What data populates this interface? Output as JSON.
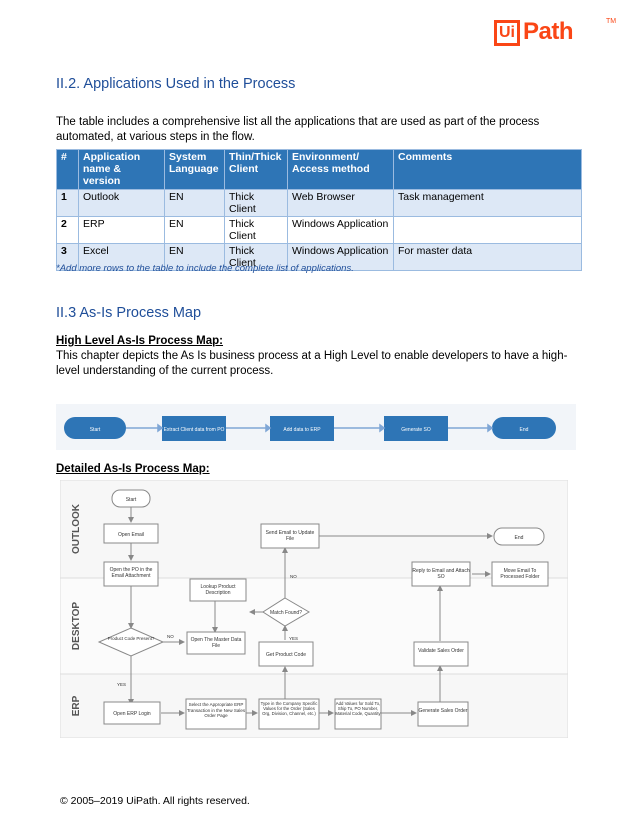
{
  "logo": {
    "box": "Ui",
    "text": "Path",
    "tm": "TM"
  },
  "section1": {
    "heading": "II.2. Applications Used in the Process",
    "intro": "The table includes a comprehensive list all the applications that are used as part of the process automated, at various steps in the flow."
  },
  "table": {
    "headers": [
      "#",
      "Application name & version",
      "System Language",
      "Thin/Thick Client",
      "Environment/ Access method",
      "Comments"
    ],
    "rows": [
      [
        "1",
        "Outlook",
        "EN",
        "Thick Client",
        "Web Browser",
        "Task management"
      ],
      [
        "2",
        "ERP",
        "EN",
        "Thick Client",
        "Windows Application",
        ""
      ],
      [
        "3",
        "Excel",
        "EN",
        "Thick Client",
        "Windows Application",
        "For master data"
      ]
    ],
    "note": "*Add more rows to the table to include the complete list of applications."
  },
  "section2": {
    "heading": "II.3 As-Is Process Map",
    "high_title": "High Level As-Is Process Map:",
    "high_text": "This chapter depicts the As Is business process at a High Level to enable developers to have a high-level understanding of the current process.",
    "detailed_title": "Detailed As-Is Process Map:"
  },
  "high_flow": {
    "steps": [
      "Start",
      "Extract Client data from PO",
      "Add data to ERP",
      "Generate SO",
      "End"
    ]
  },
  "detail_flow": {
    "lanes": [
      "OUTLOOK",
      "DESKTOP",
      "ERP"
    ],
    "nodes": {
      "start": "Start",
      "open_email": "Open Email",
      "open_po": "Open the PO in the Email Attachment",
      "send_email": "Send Email to Update File",
      "end": "End",
      "reply_email": "Reply to Email and Attach SO",
      "move_email": "Move Email To Processed Folder",
      "lookup": "Lookup Product Description",
      "match_found": "Match Found?",
      "product_present": "Product Code Present?",
      "open_master": "Open The Master Data File",
      "get_code": "Get Product Code",
      "validate": "Validate Sales Order",
      "open_erp": "Open ERP Login",
      "select_trans": "Select the Appropriate ERP Transaction in the New Sales Order Page",
      "type_values": "Type in the Company Specific Values for the Order (Sales Org, Division, Channel, etc.)",
      "add_values": "Add Values for Sold To, Ship To, PO Number, Material Code, Quantity",
      "generate": "Generate Sales Order"
    },
    "labels": {
      "no1": "NO",
      "no2": "NO",
      "yes1": "YES",
      "yes2": "YES"
    }
  },
  "footer": "© 2005–2019 UiPath. All rights reserved."
}
